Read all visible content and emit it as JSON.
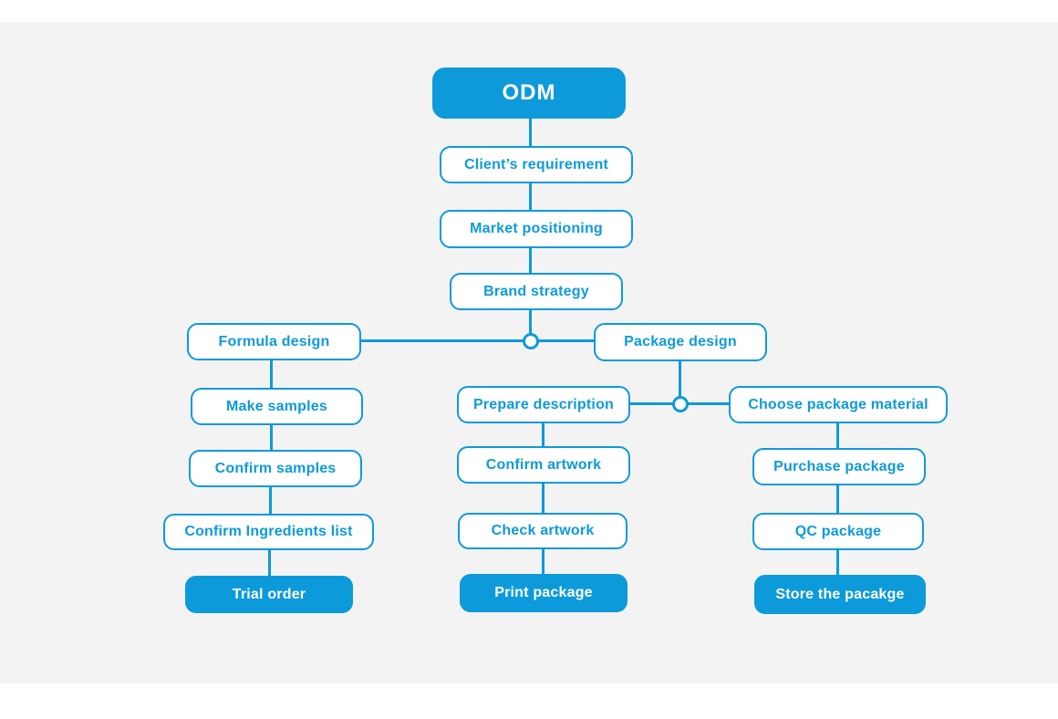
{
  "colors": {
    "accent": "#0d9adb",
    "panel_bg": "#f3f3f3",
    "node_bg": "#ffffff",
    "node_text": "#0d9adb",
    "filled_node_text": "#ffffff"
  },
  "diagram": {
    "type": "flowchart",
    "nodes": {
      "odm": "ODM",
      "clients_requirement": "Client’s requirement",
      "market_positioning": "Market positioning",
      "brand_strategy": "Brand strategy",
      "formula_design": "Formula design",
      "package_design": "Package design",
      "make_samples": "Make samples",
      "confirm_samples": "Confirm samples",
      "confirm_ingredients_list": "Confirm Ingredients list",
      "trial_order": "Trial order",
      "prepare_description": "Prepare description",
      "confirm_artwork": "Confirm artwork",
      "check_artwork": "Check artwork",
      "print_package": "Print package",
      "choose_package_material": "Choose package material",
      "purchase_package": "Purchase package",
      "qc_package": "QC package",
      "store_the_package": "Store the pacakge"
    },
    "edges": [
      [
        "odm",
        "clients_requirement"
      ],
      [
        "clients_requirement",
        "market_positioning"
      ],
      [
        "market_positioning",
        "brand_strategy"
      ],
      [
        "brand_strategy",
        "formula_design"
      ],
      [
        "brand_strategy",
        "package_design"
      ],
      [
        "formula_design",
        "make_samples"
      ],
      [
        "make_samples",
        "confirm_samples"
      ],
      [
        "confirm_samples",
        "confirm_ingredients_list"
      ],
      [
        "confirm_ingredients_list",
        "trial_order"
      ],
      [
        "package_design",
        "prepare_description"
      ],
      [
        "package_design",
        "choose_package_material"
      ],
      [
        "prepare_description",
        "confirm_artwork"
      ],
      [
        "confirm_artwork",
        "check_artwork"
      ],
      [
        "check_artwork",
        "print_package"
      ],
      [
        "choose_package_material",
        "purchase_package"
      ],
      [
        "purchase_package",
        "qc_package"
      ],
      [
        "qc_package",
        "store_the_package"
      ]
    ]
  }
}
